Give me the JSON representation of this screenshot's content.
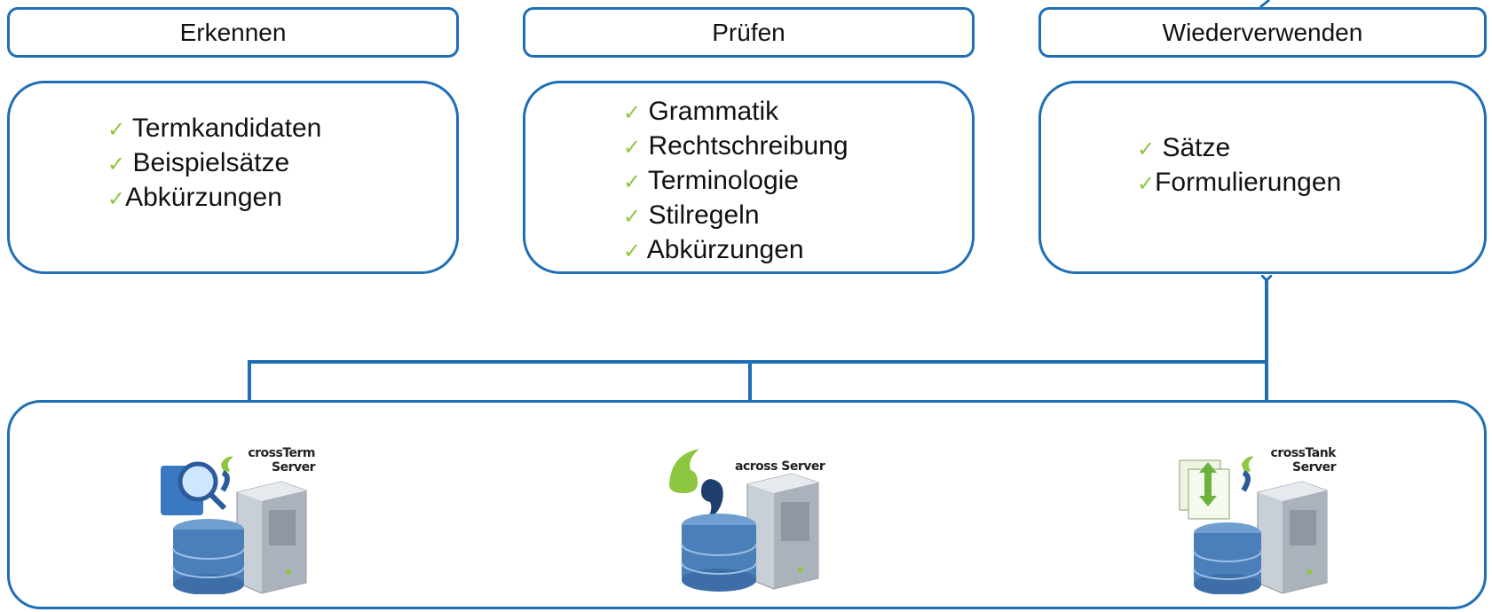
{
  "colors": {
    "accent": "#1f6fb6",
    "check": "#8dc63f"
  },
  "columns": [
    {
      "title": "Erkennen",
      "items": [
        "Termkandidaten",
        "Beispielsätze",
        "Abkürzungen"
      ]
    },
    {
      "title": "Prüfen",
      "items": [
        "Grammatik",
        "Rechtschreibung",
        "Terminologie",
        "Stilregeln",
        "Abkürzungen"
      ]
    },
    {
      "title": "Wiederverwenden",
      "items": [
        "Sätze",
        "Formulierungen"
      ]
    }
  ],
  "check_glyph": "✓",
  "servers": [
    {
      "label_line1": "crossTerm",
      "label_line2": "Server",
      "icon": "crossterm-server-icon"
    },
    {
      "label_line1": "across Server",
      "label_line2": "",
      "icon": "across-server-icon"
    },
    {
      "label_line1": "crossTank",
      "label_line2": "Server",
      "icon": "crosstank-server-icon"
    }
  ]
}
